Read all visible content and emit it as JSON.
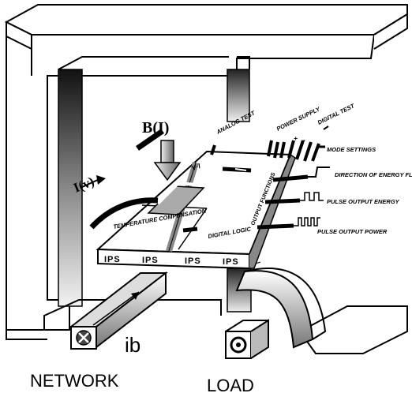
{
  "labels": {
    "b_field": "B(I)",
    "current_v": "I(v)",
    "analog_test": "ANALOG TEST",
    "power_supply": "POWER SUPPLY",
    "digital_test": "DIGITAL TEST",
    "mode_settings": "MODE SETTINGS",
    "direction_of_energy_flow": "DIRECTION OF ENERGY FLOW",
    "pulse_output_energy": "PULSE OUTPUT ENERGY",
    "pulse_output_power": "PULSE OUTPUT POWER",
    "temperature_compensation": "TEMPERATURE COMPENSATION",
    "digital_logic": "DIGITAL LOGIC",
    "output_functions": "OUTPUT FUNCTIONS",
    "vxi": "V·I",
    "ips": "IPS",
    "ib": "ib",
    "network": "NETWORK",
    "load": "LOAD",
    "plus": "+",
    "minus": "-"
  }
}
